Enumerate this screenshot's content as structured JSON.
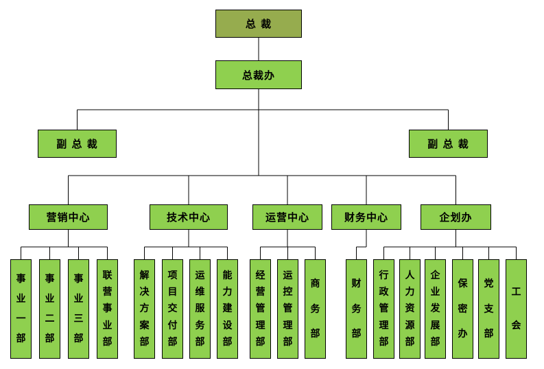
{
  "org_chart": {
    "ceo": {
      "label": "总 裁"
    },
    "ceo_office": {
      "label": "总裁办"
    },
    "vp_left": {
      "label": "副 总 裁"
    },
    "vp_right": {
      "label": "副 总 裁"
    },
    "centers": [
      {
        "label": "营销中心",
        "departments": [
          "事业一部",
          "事业二部",
          "事业三部",
          "联营事业部"
        ]
      },
      {
        "label": "技术中心",
        "departments": [
          "解决方案部",
          "项目交付部",
          "运维服务部",
          "能力建设部"
        ]
      },
      {
        "label": "运营中心",
        "departments": [
          "经营管理部",
          "运控管理部",
          "商务部"
        ]
      },
      {
        "label": "财务中心",
        "departments": [
          "财务部"
        ]
      },
      {
        "label": "企划办",
        "departments": [
          "行政管理部",
          "人力资源部",
          "企业发展部",
          "保密办",
          "党支部",
          "工会"
        ]
      }
    ],
    "colors": {
      "root_fill": "#96AC4E",
      "node_fill": "#8FD04F",
      "border": "#000000",
      "line": "#000000"
    }
  }
}
